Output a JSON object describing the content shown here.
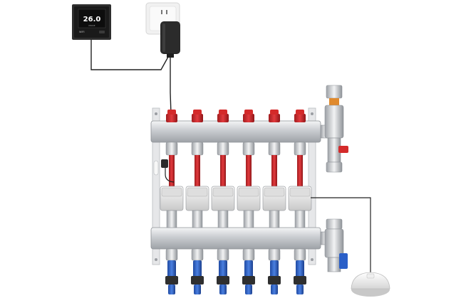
{
  "thermostat": {
    "temperature": "26.0",
    "screen_label": "MODE",
    "brand_label": "WIFI"
  },
  "manifold": {
    "circuits": 6,
    "supply_cap_color": "#d42a2a",
    "return_valve_color": "#2a5fc8",
    "actuator_color": "#e2e2e2",
    "bar_color": "#cfd2d6"
  },
  "colors": {
    "supply": "#c8282b",
    "return": "#2f62c9",
    "cable": "#2a2a2a",
    "device_body": "#2b2b2b"
  }
}
